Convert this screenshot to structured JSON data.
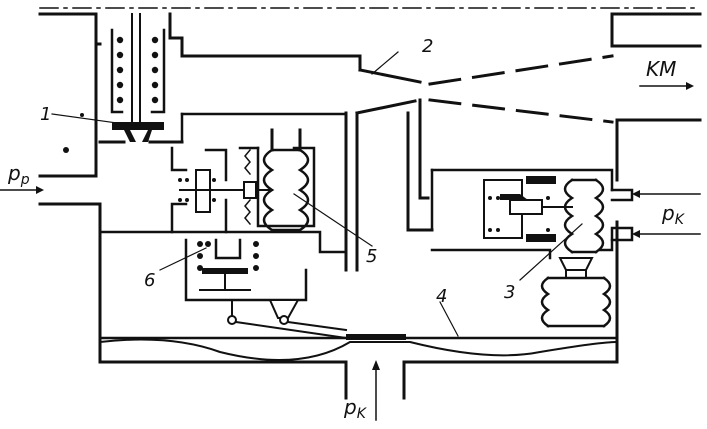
{
  "labels": {
    "part1": "1",
    "part2": "2",
    "part3": "3",
    "part4": "4",
    "part5": "5",
    "part6": "6",
    "flow_out": "KM",
    "p_r_main": "p",
    "p_r_sub": "p",
    "p_k_right_main": "p",
    "p_k_right_sub": "K",
    "p_k_bottom_main": "p",
    "p_k_bottom_sub": "K"
  }
}
